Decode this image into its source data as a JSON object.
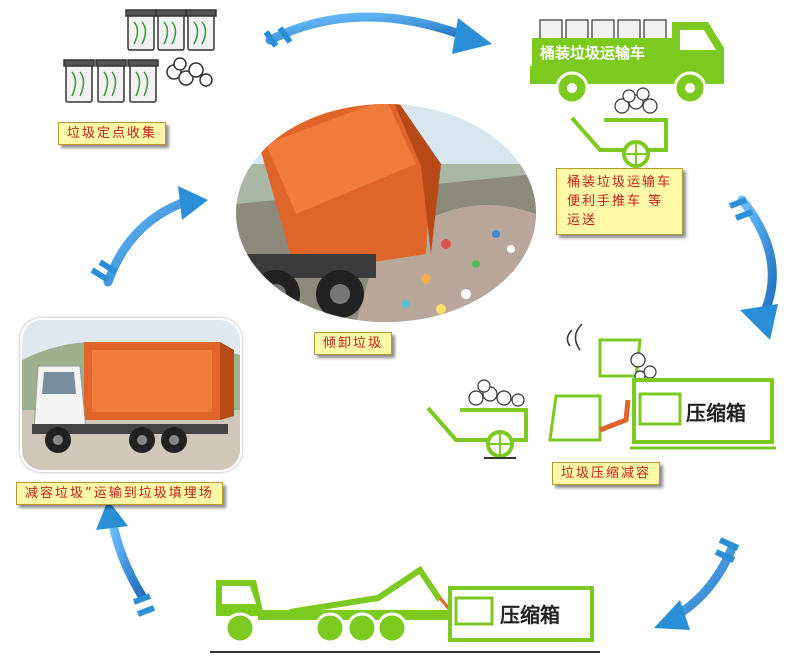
{
  "labels": {
    "collect": "垃圾定点收集",
    "transport": "桶装垃圾运输车\n便利手推车 等\n运送",
    "dump": "倾卸垃圾",
    "compress": "垃圾压缩减容",
    "landfill": "减容垃圾”运输到垃圾填埋场"
  },
  "truck_sign": "桶装垃圾运输车",
  "compress_box": "压缩箱",
  "colors": {
    "green": "#7cc91f",
    "arrow_blue": "#2a8fd6",
    "label_bg": "#fff9a8",
    "label_text": "#c62020",
    "orange": "#e0652a"
  }
}
